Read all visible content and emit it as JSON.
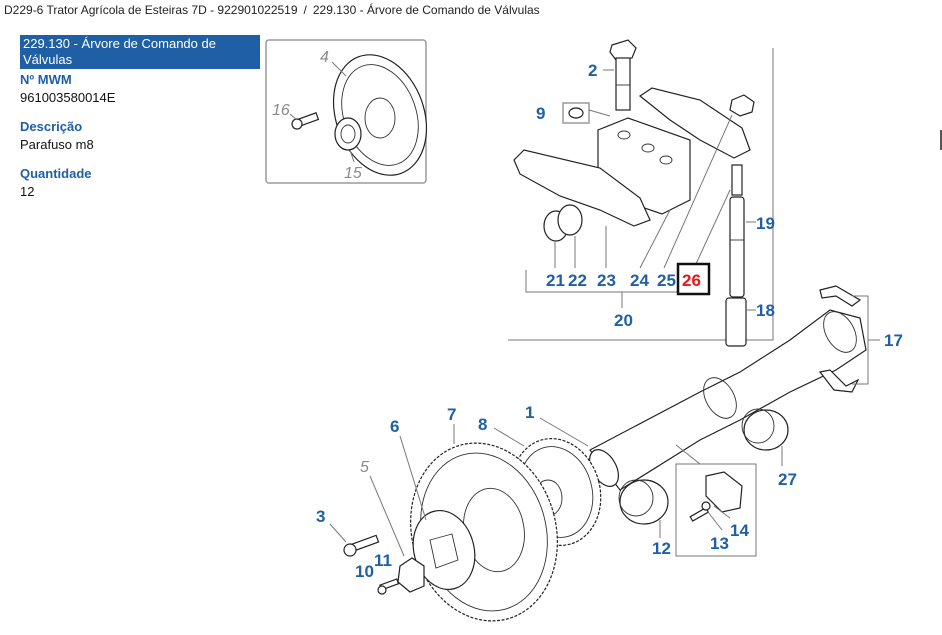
{
  "breadcrumb": {
    "model": "D229-6 Trator Agrícola de Esteiras 7D - 922901022519",
    "separator": "/",
    "group": "229.130 - Árvore de Comando de Válvulas"
  },
  "info_panel": {
    "section_title": "229.130 - Árvore de Comando de Válvulas",
    "fields": [
      {
        "label": "Nº MWM",
        "value": "961003580014E"
      },
      {
        "label": "Descrição",
        "value": "Parafuso m8"
      },
      {
        "label": "Quantidade",
        "value": "12"
      }
    ]
  },
  "diagram": {
    "selected_callout": "26",
    "colors": {
      "callout": "#1f5fa6",
      "selected": "#e8161b",
      "inset_label": "#8a8a8a"
    },
    "inset_callouts": [
      "4",
      "16",
      "15"
    ],
    "callouts": {
      "c1": "1",
      "c2": "2",
      "c3": "3",
      "c5": "5",
      "c6": "6",
      "c7": "7",
      "c8": "8",
      "c9": "9",
      "c10": "10",
      "c11": "11",
      "c12": "12",
      "c13": "13",
      "c14": "14",
      "c17": "17",
      "c18": "18",
      "c19": "19",
      "c20": "20",
      "c21": "21",
      "c22": "22",
      "c23": "23",
      "c24": "24",
      "c25": "25",
      "c26": "26",
      "c27": "27",
      "c4": "4",
      "c15": "15",
      "c16": "16"
    }
  }
}
